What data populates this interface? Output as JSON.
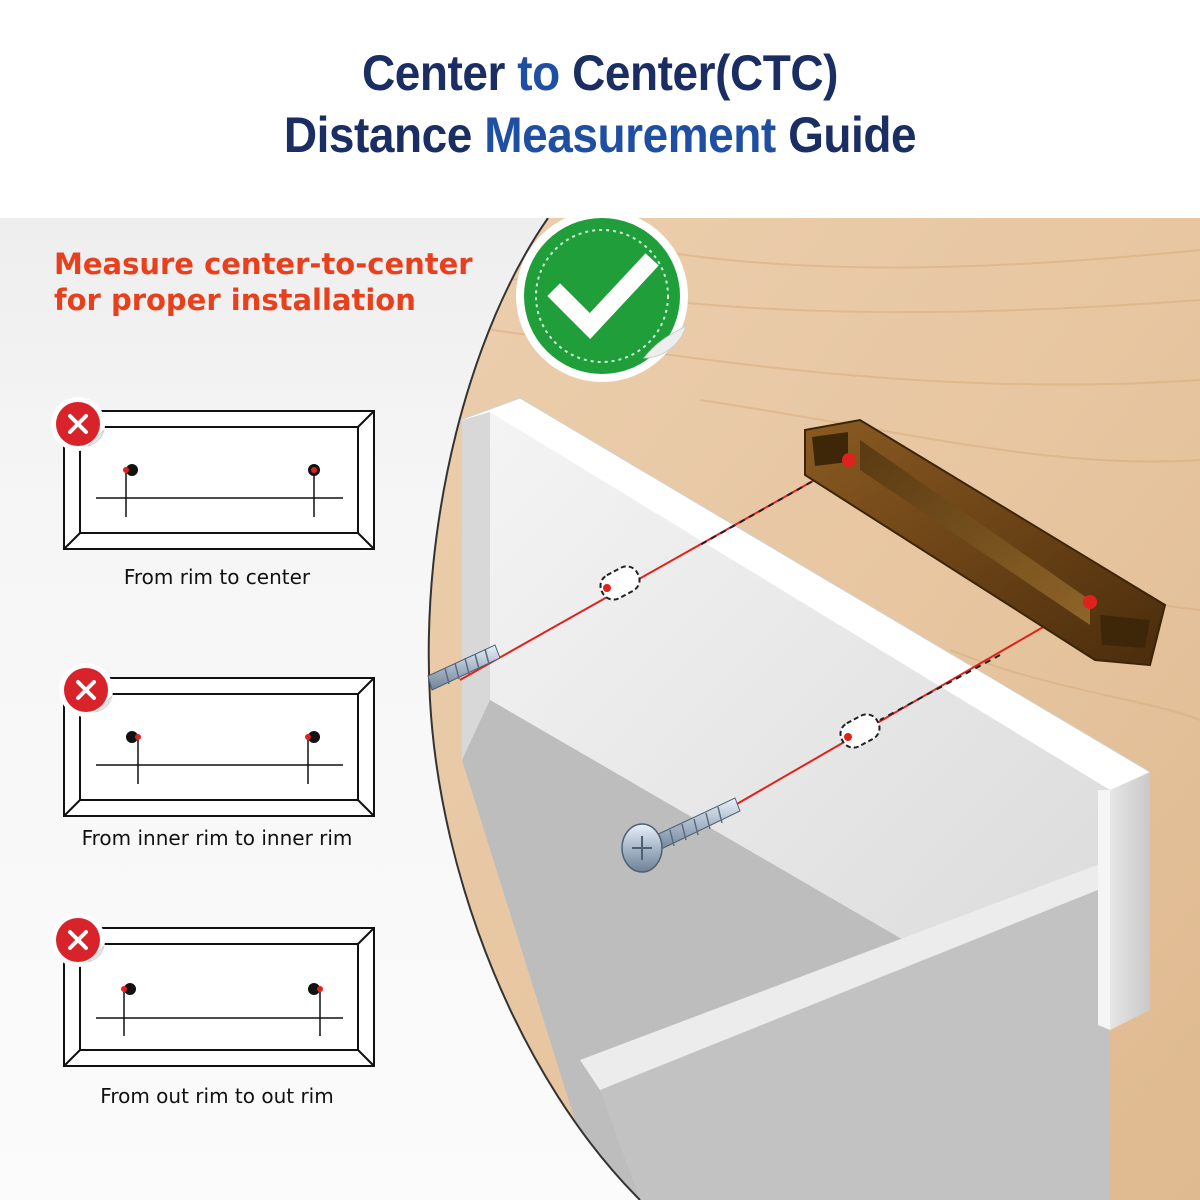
{
  "title": {
    "line1": {
      "w1": "Center",
      "w2": "to",
      "w3": "Center(CTC)"
    },
    "line2": {
      "w1": "Distance",
      "w2": "Measurement",
      "w3": "Guide"
    }
  },
  "subtitle": {
    "line1": "Measure center-to-center",
    "line2": "for proper installation"
  },
  "wrong_methods": [
    {
      "caption": "From rim to center"
    },
    {
      "caption": "From inner rim to inner rim"
    },
    {
      "caption": "From out rim to out rim"
    }
  ],
  "colors": {
    "title_dark": "#1b2e63",
    "title_accent": "#1f4fa3",
    "subtitle": "#e8401c",
    "check_green": "#1f9e3a",
    "error_red": "#d8232a",
    "guide_red": "#e0221c"
  },
  "icons": {
    "correct": "check-icon",
    "wrong": "x-icon"
  }
}
